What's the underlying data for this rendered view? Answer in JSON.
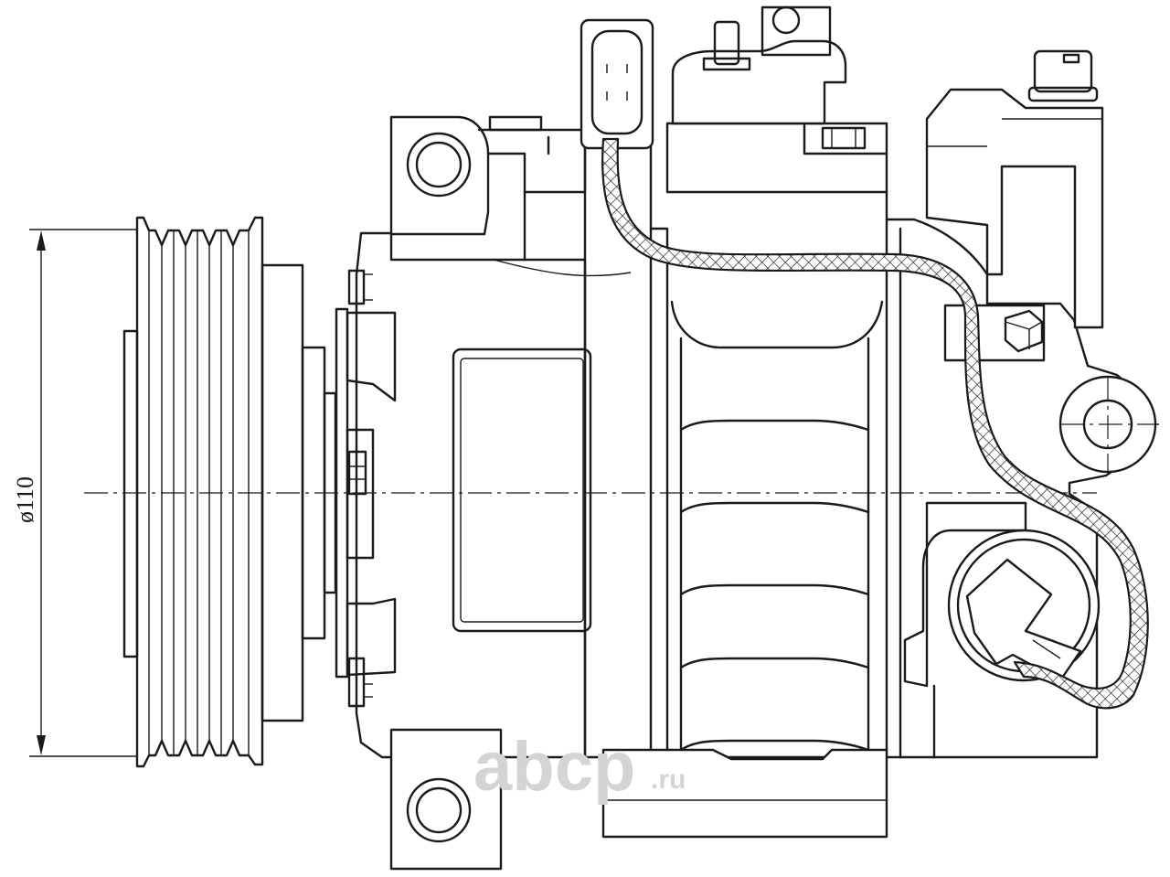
{
  "dimension": {
    "label": "ø110"
  },
  "watermark": {
    "brand": "abcp",
    "suffix": ".ru"
  },
  "colors": {
    "line": "#1a1a1a",
    "background": "#ffffff",
    "watermark": "#d4d4d4"
  }
}
